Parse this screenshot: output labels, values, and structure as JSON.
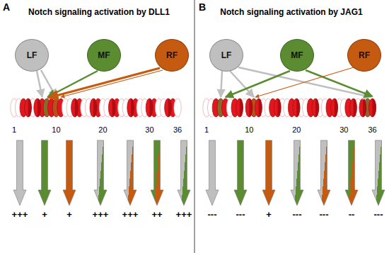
{
  "diagram": {
    "nodes": [
      {
        "text": [
          "LF"
        ]
      },
      {
        "text": [
          "MF"
        ]
      },
      {
        "text": [
          "RF"
        ]
      },
      {
        "text": [
          "LF"
        ]
      },
      {
        "text": [
          "MF"
        ]
      },
      {
        "text": [
          "RF"
        ]
      }
    ],
    "labels": [
      "A",
      "Notch signaling activation by DLL1",
      "1",
      "10",
      "20",
      "30",
      "36",
      "+++",
      "+",
      "+",
      "+++",
      "+++",
      "++",
      "+++",
      "B",
      "Notch signaling activation by JAG1",
      "1",
      "10",
      "20",
      "30",
      "36",
      "---",
      "---",
      "+",
      "---",
      "---",
      "--",
      "---"
    ]
  }
}
